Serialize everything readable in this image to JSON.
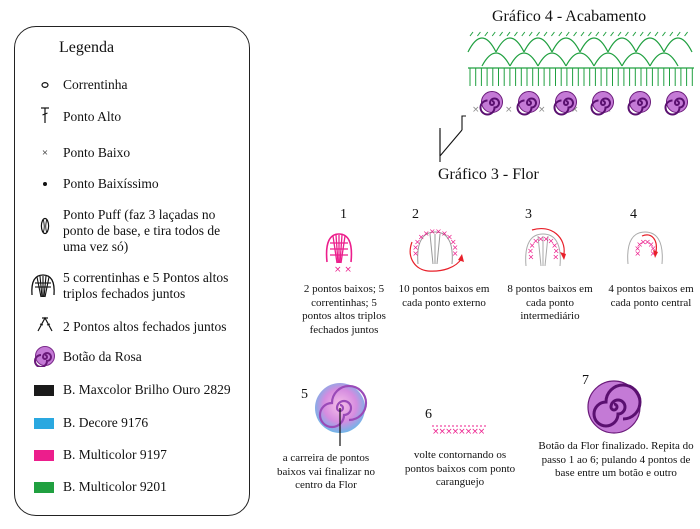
{
  "legend": {
    "title": "Legenda",
    "items": [
      {
        "symbol": "circle-outline-icon",
        "label": "Correntinha"
      },
      {
        "symbol": "double-crochet-icon",
        "label": "Ponto Alto"
      },
      {
        "symbol": "x-mark-icon",
        "label": "Ponto Baixo"
      },
      {
        "symbol": "dot-icon",
        "label": "Ponto Baixíssimo"
      },
      {
        "symbol": "puff-stitch-icon",
        "label": "Ponto Puff (faz 3 laçadas no ponto de base, e tira todos de uma vez só)"
      },
      {
        "symbol": "triple-cluster-icon",
        "label": "5 correntinhas e 5 Pontos altos triplos fechados juntos"
      },
      {
        "symbol": "decrease-icon",
        "label": "2 Pontos altos fechados juntos"
      },
      {
        "symbol": "rose-button-icon",
        "label": "Botão da Rosa"
      },
      {
        "symbol": "swatch",
        "color": "#1a1a1a",
        "label": "B. Maxcolor Brilho Ouro 2829"
      },
      {
        "symbol": "swatch",
        "color": "#2aa8e0",
        "label": "B. Decore 9176"
      },
      {
        "symbol": "swatch",
        "color": "#ec1e8c",
        "label": "B. Multicolor 9197"
      },
      {
        "symbol": "swatch",
        "color": "#20a040",
        "label": "B. Multicolor 9201"
      }
    ]
  },
  "grafico4": {
    "title": "Gráfico 4 - Acabamento"
  },
  "grafico3": {
    "title": "Gráfico 3 - Flor",
    "steps": [
      {
        "num": "1",
        "caption": "2 pontos baixos; 5 correntinhas; 5 pontos altos triplos fechados juntos"
      },
      {
        "num": "2",
        "caption": "10 pontos baixos em cada ponto externo"
      },
      {
        "num": "3",
        "caption": "8 pontos baixos em cada ponto intermediário"
      },
      {
        "num": "4",
        "caption": "4 pontos baixos em cada ponto central"
      },
      {
        "num": "5",
        "caption": "a carreira de pontos baixos vai finalizar no centro da Flor"
      },
      {
        "num": "6",
        "caption": "volte contornando os pontos baixos com ponto caranguejo"
      },
      {
        "num": "7",
        "caption": "Botão da Flor finalizado. Repita do passo 1 ao 6; pulando 4 pontos de base entre um botão e outro"
      }
    ]
  },
  "colors": {
    "pink": "#ec1e8c",
    "green": "#20a040",
    "purple": "#8a2a9a",
    "red": "#e8202a"
  }
}
